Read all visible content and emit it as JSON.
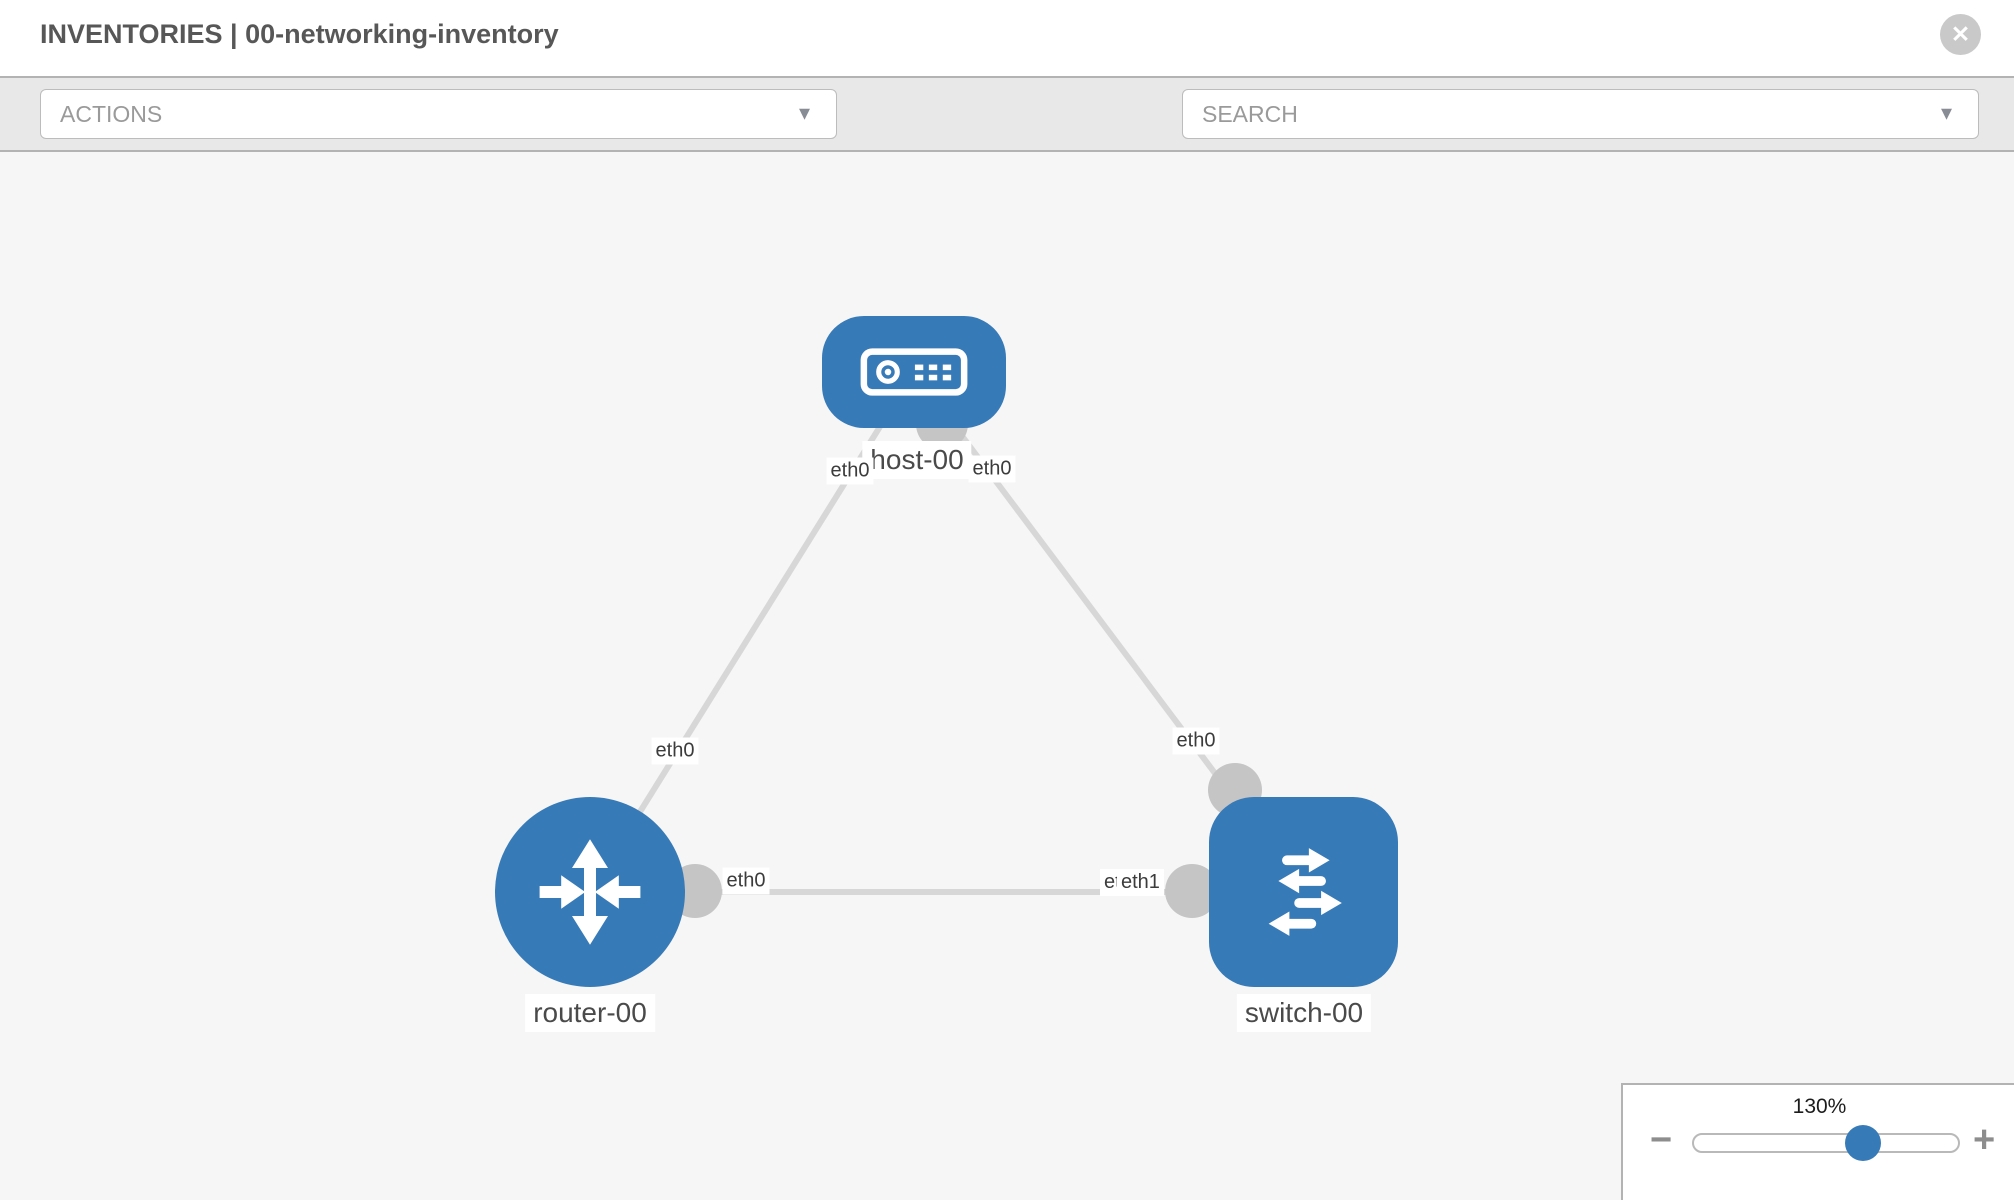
{
  "header": {
    "title": "INVENTORIES | 00-networking-inventory",
    "close_glyph": "✕"
  },
  "toolbar": {
    "actions_placeholder": "ACTIONS",
    "search_placeholder": "SEARCH",
    "caret_glyph": "▾"
  },
  "icons": {
    "wrench": "wrench-icon",
    "key": "key-icon",
    "close": "close-icon",
    "caret_down": "caret-down-icon",
    "host": "host-node-icon",
    "router": "router-node-icon",
    "switch": "switch-node-icon"
  },
  "colors": {
    "node_blue": "#377ab8",
    "link_gray": "#d7d7d7",
    "connector_gray": "#c5c5c5",
    "canvas_bg": "#f6f6f6",
    "toolbar_bg": "#e8e8e8",
    "label_text": "#4a4a4a"
  },
  "topology": {
    "nodes": [
      {
        "id": "host-00",
        "type": "host",
        "label": "host-00"
      },
      {
        "id": "router-00",
        "type": "router",
        "label": "router-00"
      },
      {
        "id": "switch-00",
        "type": "switch",
        "label": "switch-00"
      }
    ],
    "links": [
      {
        "from": "host-00",
        "to": "router-00"
      },
      {
        "from": "host-00",
        "to": "switch-00"
      },
      {
        "from": "router-00",
        "to": "switch-00"
      }
    ],
    "interface_labels": [
      {
        "text": "eth0"
      },
      {
        "text": "eth0"
      },
      {
        "text": "eth0"
      },
      {
        "text": "eth0"
      },
      {
        "text": "eth0"
      },
      {
        "text": "eth0"
      },
      {
        "text": "eth1"
      }
    ]
  },
  "zoom_control": {
    "level": "130%",
    "minus_glyph": "−",
    "plus_glyph": "+"
  }
}
